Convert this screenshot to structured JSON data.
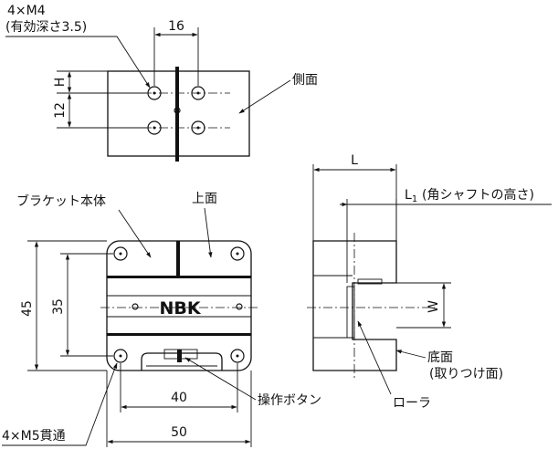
{
  "labels": {
    "tap_holes_top": "4×M4",
    "tap_depth": "(有効深さ3.5)",
    "side_face": "側面",
    "bracket_body": "ブラケット本体",
    "top_face": "上面",
    "l1_label": "L",
    "l1_sub": "1",
    "l1_note": "(角シャフトの高さ)",
    "bottom_face": "底面",
    "bottom_face_note": "(取りつけ面)",
    "roller": "ローラ",
    "operation_button": "操作ボタン",
    "through_holes": "4×M5貫通",
    "logo": "NBK"
  },
  "dimensions": {
    "top_width": "16",
    "top_h": "H",
    "top_12": "12",
    "height_45": "45",
    "height_35": "35",
    "width_40": "40",
    "width_50": "50",
    "side_l": "L",
    "side_w": "W"
  }
}
